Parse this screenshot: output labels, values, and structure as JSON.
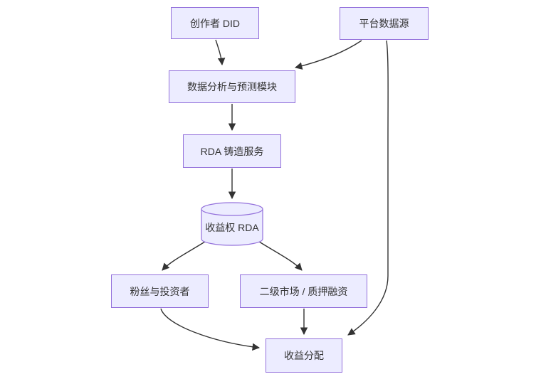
{
  "diagram": {
    "type": "flowchart",
    "direction": "top-down",
    "background": "#ffffff",
    "colors": {
      "node_fill": "#ECECFF",
      "node_border": "#9370DB",
      "edge": "#333333",
      "text": "#333333"
    },
    "nodes": [
      {
        "id": "creator-did",
        "label": "创作者 DID",
        "shape": "rectangle"
      },
      {
        "id": "platform-data-source",
        "label": "平台数据源",
        "shape": "rectangle"
      },
      {
        "id": "data-analysis-module",
        "label": "数据分析与预测模块",
        "shape": "rectangle"
      },
      {
        "id": "rda-minting-service",
        "label": "RDA 铸造服务",
        "shape": "rectangle"
      },
      {
        "id": "revenue-rights-rda",
        "label": "收益权 RDA",
        "shape": "cylinder"
      },
      {
        "id": "fans-investors",
        "label": "粉丝与投资者",
        "shape": "rectangle"
      },
      {
        "id": "secondary-market",
        "label": "二级市场 / 质押融资",
        "shape": "rectangle"
      },
      {
        "id": "revenue-distribution",
        "label": "收益分配",
        "shape": "rectangle"
      }
    ],
    "edges": [
      {
        "from": "创作者 DID",
        "to": "数据分析与预测模块"
      },
      {
        "from": "平台数据源",
        "to": "数据分析与预测模块"
      },
      {
        "from": "数据分析与预测模块",
        "to": "RDA 铸造服务"
      },
      {
        "from": "RDA 铸造服务",
        "to": "收益权 RDA"
      },
      {
        "from": "收益权 RDA",
        "to": "粉丝与投资者"
      },
      {
        "from": "收益权 RDA",
        "to": "二级市场 / 质押融资"
      },
      {
        "from": "粉丝与投资者",
        "to": "收益分配"
      },
      {
        "from": "二级市场 / 质押融资",
        "to": "收益分配"
      },
      {
        "from": "平台数据源",
        "to": "收益分配"
      }
    ]
  }
}
